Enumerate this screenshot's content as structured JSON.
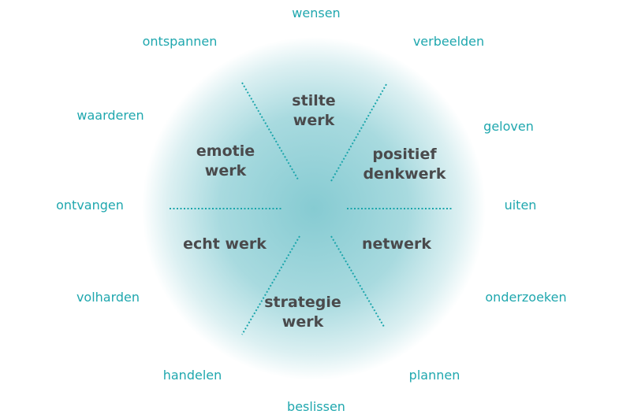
{
  "center_segments": [
    {
      "line1": "stilte",
      "line2": "werk"
    },
    {
      "line1": "emotie",
      "line2": "werk"
    },
    {
      "line1": "positief",
      "line2": "denkwerk"
    },
    {
      "line1": "echt werk",
      "line2": ""
    },
    {
      "line1": "netwerk",
      "line2": ""
    },
    {
      "line1": "strategie",
      "line2": "werk"
    }
  ],
  "outer_labels": [
    "wensen",
    "ontspannen",
    "verbeelden",
    "waarderen",
    "geloven",
    "ontvangen",
    "uiten",
    "volharden",
    "onderzoeken",
    "handelen",
    "plannen",
    "beslissen"
  ],
  "colors": {
    "outer_text": "#1fa7ae",
    "inner_text": "#4a4a4c",
    "center_glow": "#86cbd2",
    "divider": "#1aa5ab"
  }
}
